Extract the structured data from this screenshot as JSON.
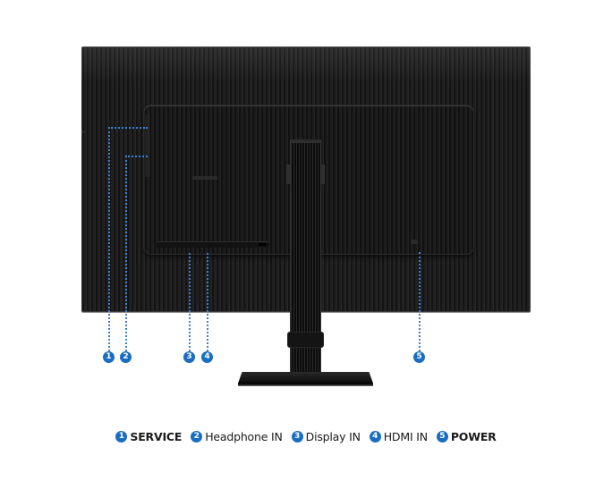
{
  "figure": {
    "subject": "Monitor rear view with port callouts",
    "accent_color": "#1a6dc2",
    "callout_line_color": "#3b82d6"
  },
  "callouts": [
    {
      "number": "1",
      "label": "SERVICE",
      "bold": true
    },
    {
      "number": "2",
      "label": "Headphone IN",
      "bold": false
    },
    {
      "number": "3",
      "label": "Display IN",
      "bold": false
    },
    {
      "number": "4",
      "label": "HDMI IN",
      "bold": false
    },
    {
      "number": "5",
      "label": "POWER",
      "bold": true
    }
  ]
}
